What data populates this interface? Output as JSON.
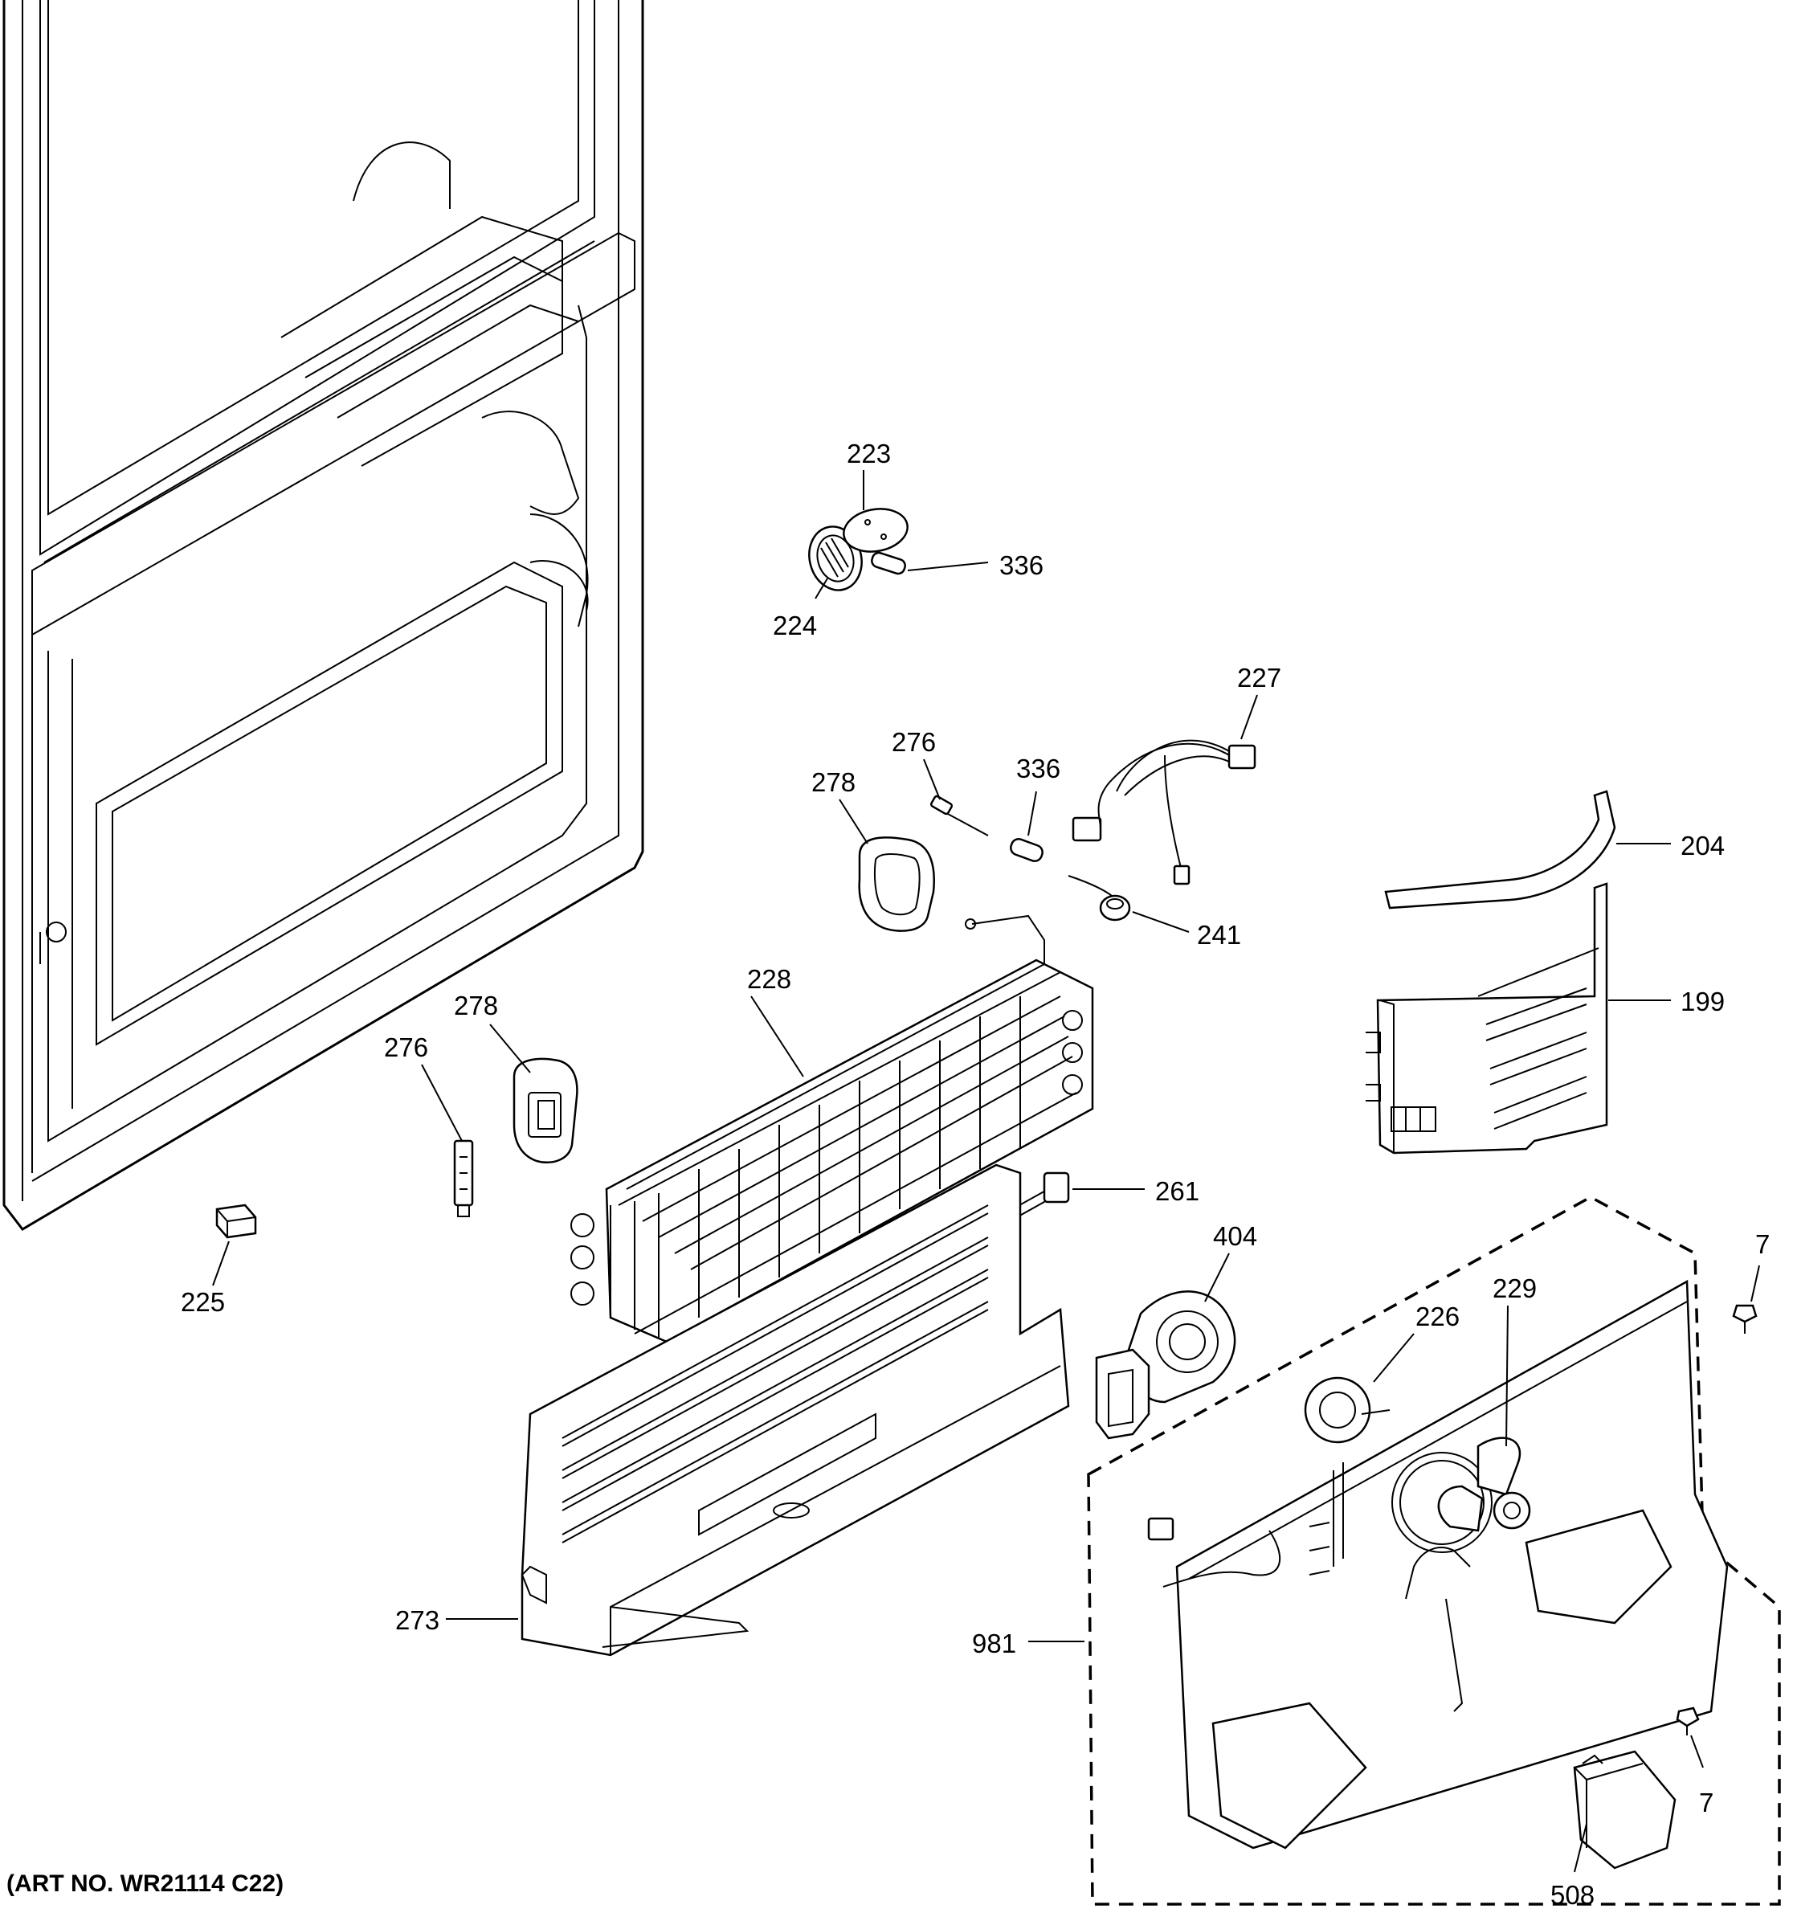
{
  "diagram": {
    "art_number": "(ART NO. WR21114 C22)",
    "callouts": {
      "c223": "223",
      "c224": "224",
      "c336a": "336",
      "c227": "227",
      "c276a": "276",
      "c336b": "336",
      "c278a": "278",
      "c204": "204",
      "c241": "241",
      "c199": "199",
      "c228": "228",
      "c278b": "278",
      "c276b": "276",
      "c261": "261",
      "c225": "225",
      "c404": "404",
      "c7a": "7",
      "c229": "229",
      "c226": "226",
      "c273": "273",
      "c981": "981",
      "c7b": "7",
      "c508": "508"
    }
  }
}
